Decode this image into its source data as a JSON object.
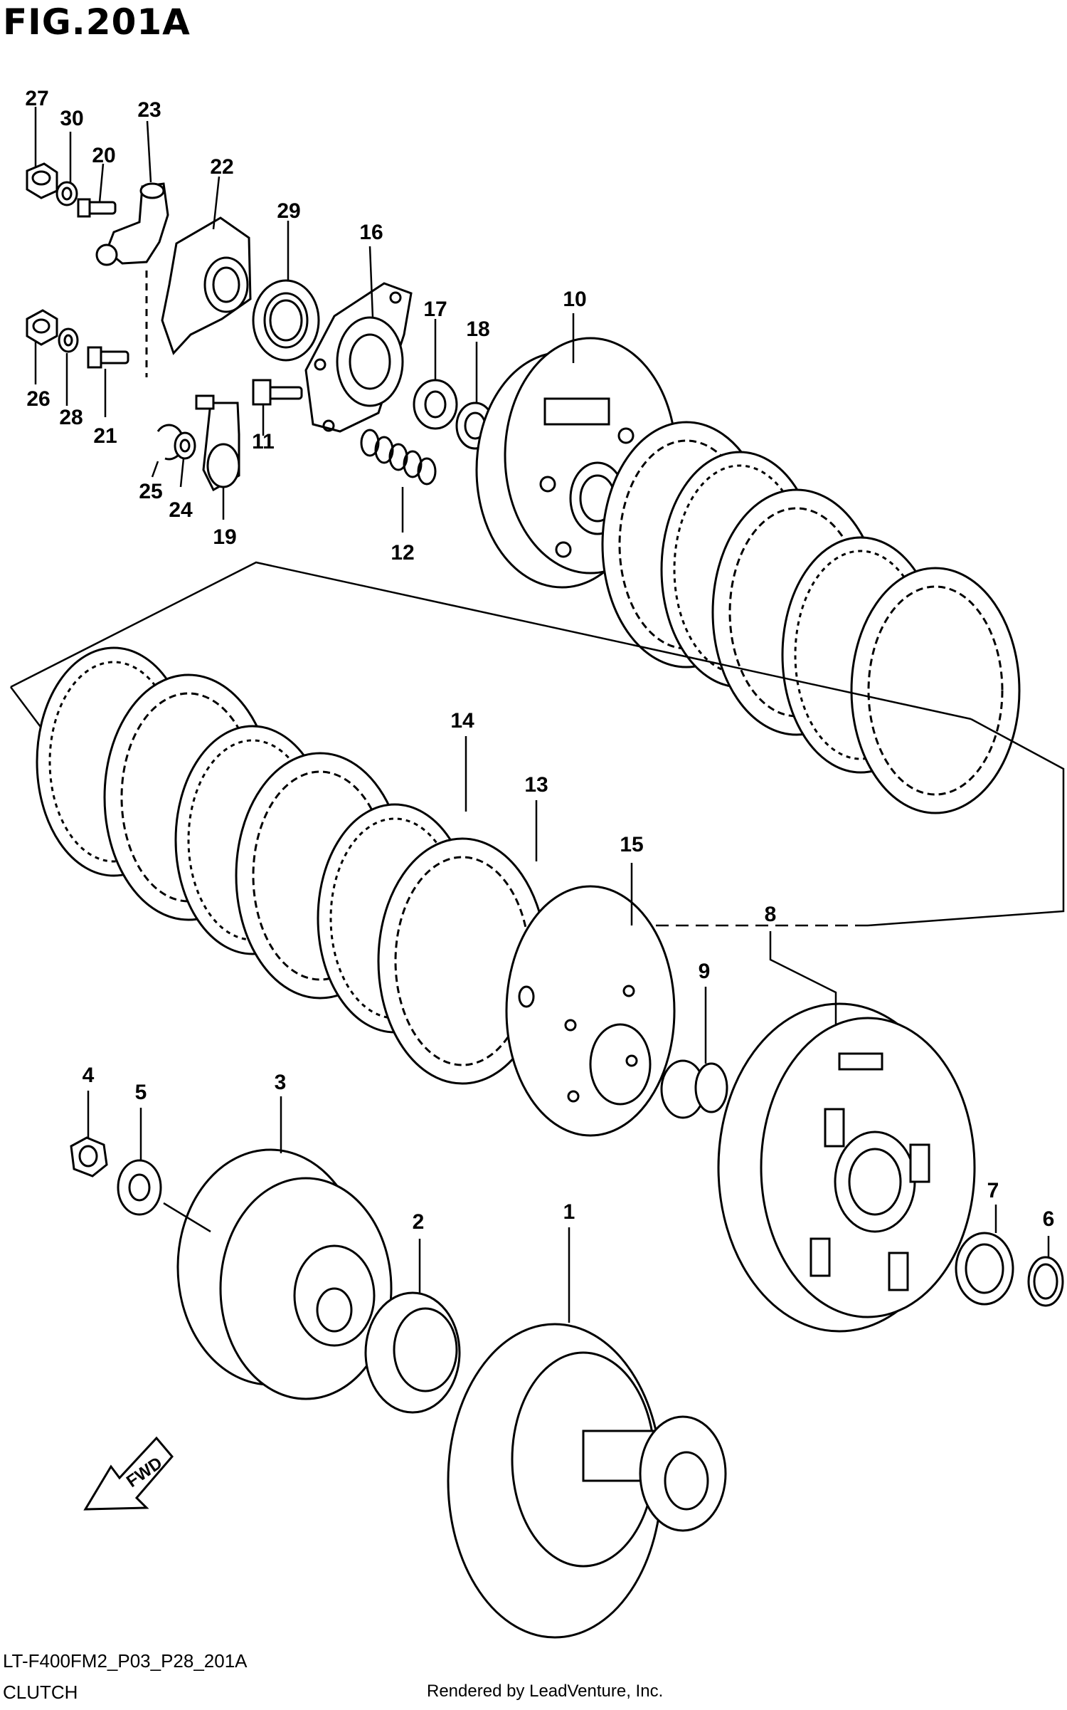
{
  "figure": {
    "title": "FIG.201A",
    "code": "LT-F400FM2_P03_P28_201A",
    "section": "CLUTCH",
    "credit": "Rendered by LeadVenture, Inc."
  },
  "fwd_label": "FWD",
  "callouts": [
    "27",
    "30",
    "23",
    "20",
    "22",
    "29",
    "16",
    "17",
    "18",
    "10",
    "26",
    "28",
    "21",
    "11",
    "25",
    "24",
    "19",
    "12",
    "14",
    "13",
    "15",
    "8",
    "9",
    "4",
    "5",
    "3",
    "2",
    "1",
    "7",
    "6"
  ]
}
